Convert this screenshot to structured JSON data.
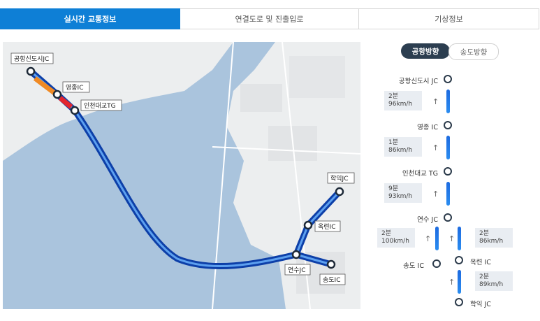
{
  "tabs": [
    {
      "label": "실시간 교통정보"
    },
    {
      "label": "연결도로 및 진출입로"
    },
    {
      "label": "기상정보"
    }
  ],
  "map": {
    "labels": {
      "airport_city_jc": "공항신도시JC",
      "yeongjong_ic": "영종IC",
      "incheon_bridge_tg": "인천대교TG",
      "hakik_jc": "학익JC",
      "okryeon_ic": "옥련IC",
      "yeonsu_jc": "연수JC",
      "songdo_ic": "송도IC"
    }
  },
  "direction": {
    "active": "공항방향",
    "inactive": "송도방향"
  },
  "route": {
    "nodes": {
      "airport_city_jc": "공항신도시 JC",
      "yeongjong_ic": "영종 IC",
      "incheon_bridge_tg": "인천대교 TG",
      "yeonsu_jc": "연수 JC",
      "songdo_ic": "송도 IC",
      "okryeon_ic": "옥련 IC",
      "hakik_jc": "학익 JC"
    },
    "segments": {
      "seg1": {
        "time": "2분",
        "speed": "96km/h"
      },
      "seg2": {
        "time": "1분",
        "speed": "86km/h"
      },
      "seg3": {
        "time": "9분",
        "speed": "93km/h"
      },
      "seg4": {
        "time": "2분",
        "speed": "100km/h"
      },
      "seg5": {
        "time": "2분",
        "speed": "86km/h"
      },
      "seg6": {
        "time": "2분",
        "speed": "89km/h"
      }
    },
    "arrow": "↑"
  },
  "colors": {
    "tab_active": "#0e7fd6",
    "route_blue": "#1d6be0",
    "congestion_orange": "#f08a24",
    "congestion_red": "#e3262e",
    "sea": "#aac4dd"
  }
}
